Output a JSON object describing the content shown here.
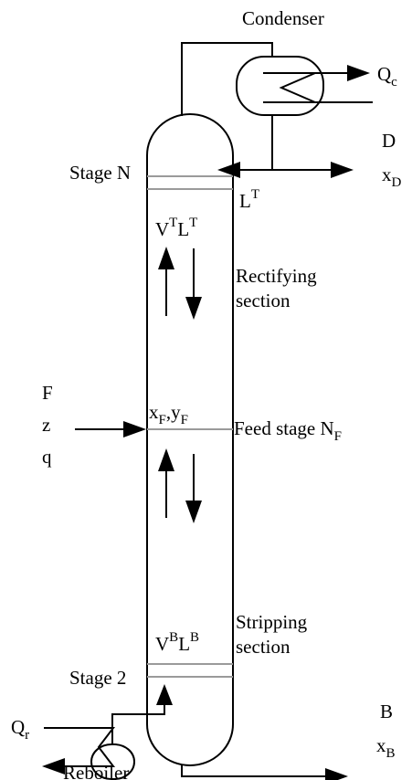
{
  "labels": {
    "condenser": "Condenser",
    "qc_main": "Q",
    "qc_sub": "c",
    "d": "D",
    "xd_main": "x",
    "xd_sub": "D",
    "stage_n": "Stage N",
    "lt_main": "L",
    "lt_sup": "T",
    "vt_main": "V",
    "vt_sup": "T",
    "lt2_main": "L",
    "lt2_sup": "T",
    "rectifying_1": "Rectifying",
    "rectifying_2": "section",
    "f": "F",
    "z": "z",
    "q": "q",
    "xf_main": "x",
    "xf_sub": "F",
    "comma": ",",
    "yf_main": "y",
    "yf_sub": "F",
    "feed_stage": "Feed stage N",
    "feed_stage_sub": "F",
    "vb_main": "V",
    "vb_sup": "B",
    "lb_main": "L",
    "lb_sup": "B",
    "stripping_1": "Stripping",
    "stripping_2": "section",
    "stage_2": "Stage 2",
    "qr_main": "Q",
    "qr_sub": "r",
    "b": "B",
    "xb_main": "x",
    "xb_sub": "B",
    "reboiler": "Reboiler"
  }
}
